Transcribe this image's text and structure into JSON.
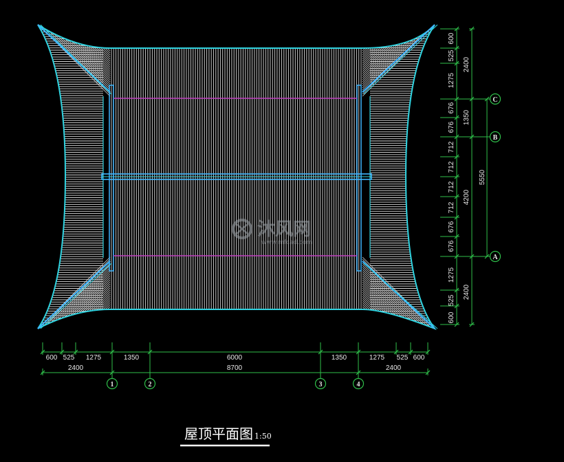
{
  "drawing": {
    "title": "屋顶平面图",
    "scale": "1:50",
    "watermark": {
      "text": "沐风网",
      "url": "www.mfcad.com"
    }
  },
  "colors": {
    "background": "#000000",
    "outline": "#2fd3e0",
    "ridge": "#3fb6ff",
    "tiles": "#d8d8d8",
    "purlin": "#c040c0",
    "dimension": "#2fbf4a",
    "axis_bubble": "#2fbf4a",
    "text": "#e8e8e8"
  },
  "axes": {
    "horizontal": [
      "1",
      "2",
      "3",
      "4"
    ],
    "vertical": [
      "C",
      "B",
      "A"
    ]
  },
  "dims_bottom_row1": [
    "600",
    "525",
    "1275",
    "1350",
    "6000",
    "1350",
    "1275",
    "525",
    "600"
  ],
  "dims_bottom_row2": [
    "2400",
    "8700",
    "2400"
  ],
  "dims_right_col1": [
    "600",
    "525",
    "1275",
    "676",
    "676",
    "712",
    "712",
    "712",
    "712",
    "676",
    "676",
    "1275",
    "525",
    "600"
  ],
  "dims_right_col2": [
    "2400",
    "1350",
    "4200",
    "2400"
  ],
  "dims_right_col3": [
    "5550"
  ]
}
